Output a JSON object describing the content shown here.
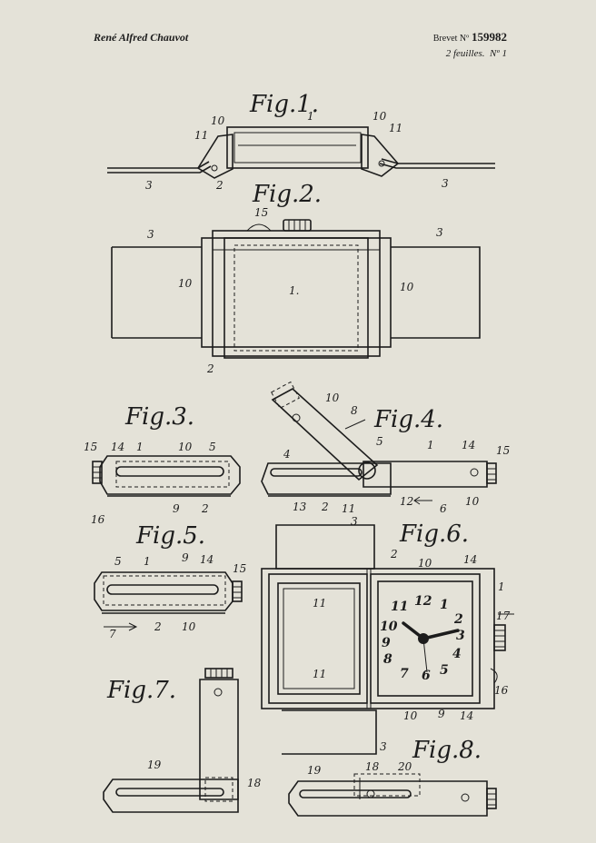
{
  "header": {
    "inventor": "René Alfred Chauvot",
    "brevet_label": "Brevet Nº",
    "brevet_number": "159982",
    "sheets": "2 feuilles.",
    "sheet_no": "Nº 1"
  },
  "figures": {
    "fig1": "Fig.1.",
    "fig2": "Fig.2.",
    "fig3": "Fig.3.",
    "fig4": "Fig.4.",
    "fig5": "Fig.5.",
    "fig6": "Fig.6.",
    "fig7": "Fig.7.",
    "fig8": "Fig.8."
  },
  "refs": {
    "r1": "1",
    "r1b": "1.",
    "r2": "2",
    "r3": "3",
    "r4": "4",
    "r5": "5",
    "r6": "6",
    "r7": "7",
    "r8": "8",
    "r9": "9",
    "r10": "10",
    "r11": "11",
    "r12": "12",
    "r13": "13",
    "r14": "14",
    "r15": "15",
    "r16": "16",
    "r17": "17",
    "r18": "18",
    "r19": "19",
    "r20": "20"
  },
  "dial": {
    "n12": "12",
    "n1": "1",
    "n2": "2",
    "n3": "3",
    "n4": "4",
    "n5": "5",
    "n6": "6",
    "n7": "7",
    "n8": "8",
    "n9": "9",
    "n10": "10",
    "n11": "11"
  }
}
